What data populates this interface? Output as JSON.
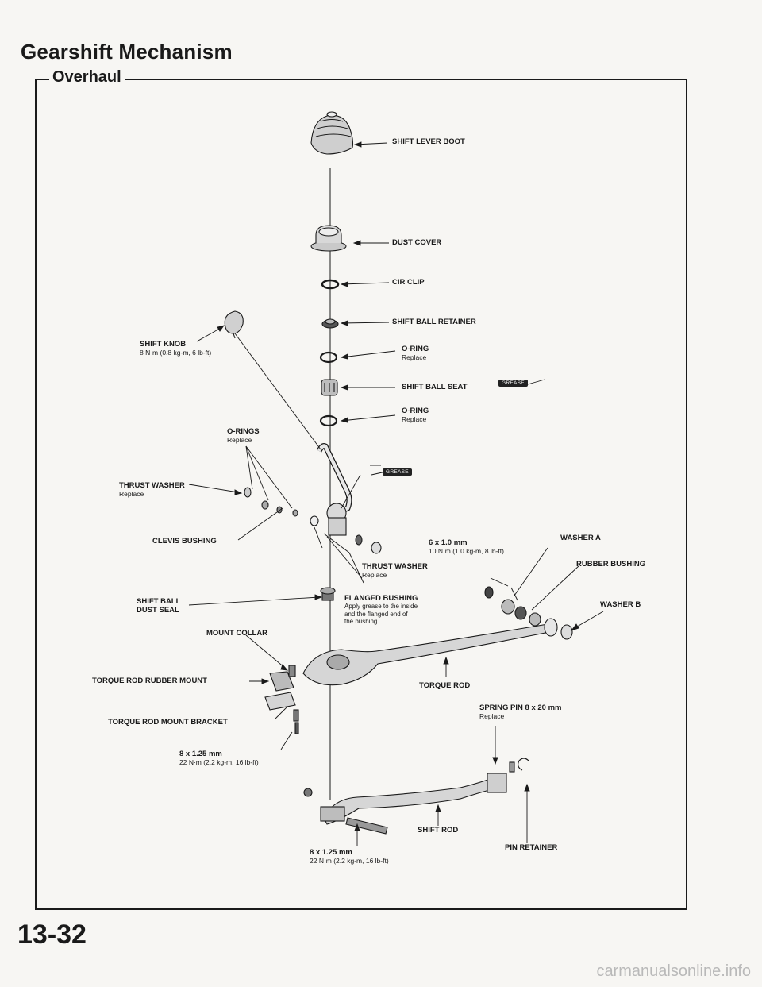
{
  "header": {
    "title": "Gearshift Mechanism",
    "section": "Overhaul"
  },
  "labels": {
    "shift_lever_boot": "SHIFT LEVER BOOT",
    "dust_cover": "DUST COVER",
    "cir_clip": "CIR CLIP",
    "shift_ball_retainer": "SHIFT BALL RETAINER",
    "shift_knob": "SHIFT KNOB",
    "shift_knob_torque": "8 N·m (0.8 kg-m, 6 lb-ft)",
    "o_ring_1": "O-RING",
    "o_ring_1_note": "Replace",
    "shift_ball_seat": "SHIFT BALL SEAT",
    "o_ring_2": "O-RING",
    "o_ring_2_note": "Replace",
    "o_rings": "O-RINGS",
    "o_rings_note": "Replace",
    "thrust_washer_left": "THRUST WASHER",
    "thrust_washer_left_note": "Replace",
    "clevis_bushing": "CLEVIS BUSHING",
    "bolt_6x10": "6 x 1.0 mm",
    "bolt_6x10_torque": "10 N·m (1.0 kg-m, 8 lb-ft)",
    "washer_a": "WASHER A",
    "thrust_washer_right": "THRUST WASHER",
    "thrust_washer_right_note": "Replace",
    "rubber_bushing": "RUBBER BUSHING",
    "shift_ball_dust_seal_1": "SHIFT BALL",
    "shift_ball_dust_seal_2": "DUST SEAL",
    "flanged_bushing": "FLANGED BUSHING",
    "flanged_bushing_note_1": "Apply grease to the inside",
    "flanged_bushing_note_2": "and the flanged end of",
    "flanged_bushing_note_3": "the bushing.",
    "washer_b": "WASHER B",
    "mount_collar": "MOUNT COLLAR",
    "torque_rod_rubber_mount": "TORQUE ROD RUBBER MOUNT",
    "torque_rod": "TORQUE ROD",
    "spring_pin": "SPRING PIN 8 x 20 mm",
    "spring_pin_note": "Replace",
    "torque_rod_mount_bracket": "TORQUE ROD MOUNT BRACKET",
    "bolt_8x125_a": "8 x 1.25 mm",
    "bolt_8x125_a_torque": "22 N·m (2.2 kg-m, 16 lb-ft)",
    "shift_rod": "SHIFT ROD",
    "pin_retainer": "PIN RETAINER",
    "bolt_8x125_b": "8 x 1.25 mm",
    "bolt_8x125_b_torque": "22 N·m (2.2 kg-m, 16 lb-ft)",
    "grease_tag": "GREASE"
  },
  "footer": {
    "page_number": "13-32",
    "watermark": "carmanualsonline.info"
  }
}
